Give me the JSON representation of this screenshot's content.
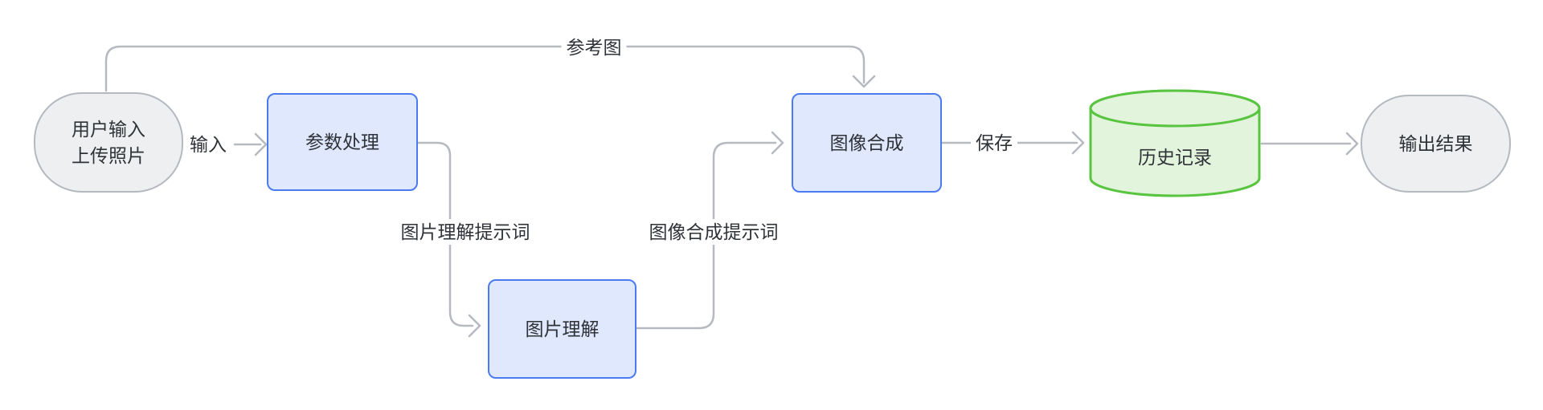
{
  "diagram": {
    "type": "flowchart",
    "direction": "left-to-right",
    "background": "#ffffff"
  },
  "colors": {
    "edge_stroke": "#b6b9c0",
    "text": "#2f3338",
    "stadium_fill": "#edeff1",
    "stadium_border": "#b4b9c0",
    "process_fill": "#dfe8fd",
    "process_border": "#4b7bf1",
    "database_fill": "#e3f4dd",
    "database_border": "#58c43f"
  },
  "nodes": {
    "userInput": {
      "shape": "stadium",
      "line1": "用户输入",
      "line2": "上传照片"
    },
    "paramProcess": {
      "shape": "rounded-rect",
      "label": "参数处理"
    },
    "imageUnderstand": {
      "shape": "rounded-rect",
      "label": "图片理解"
    },
    "imageSynthesis": {
      "shape": "rounded-rect",
      "label": "图像合成"
    },
    "historyDb": {
      "shape": "cylinder",
      "label": "历史记录"
    },
    "outputResult": {
      "shape": "stadium",
      "label": "输出结果"
    }
  },
  "edgeLabels": {
    "input": "输入",
    "referenceImage": "参考图",
    "imageUnderstandPrompt": "图片理解提示词",
    "imageSynthesisPrompt": "图像合成提示词",
    "save": "保存"
  },
  "edges": [
    {
      "from": "userInput",
      "to": "paramProcess",
      "label": "输入"
    },
    {
      "from": "userInput",
      "to": "imageSynthesis",
      "label": "参考图"
    },
    {
      "from": "paramProcess",
      "to": "imageUnderstand",
      "label": "图片理解提示词"
    },
    {
      "from": "imageUnderstand",
      "to": "imageSynthesis",
      "label": "图像合成提示词"
    },
    {
      "from": "imageSynthesis",
      "to": "historyDb",
      "label": "保存"
    },
    {
      "from": "historyDb",
      "to": "outputResult",
      "label": ""
    }
  ]
}
